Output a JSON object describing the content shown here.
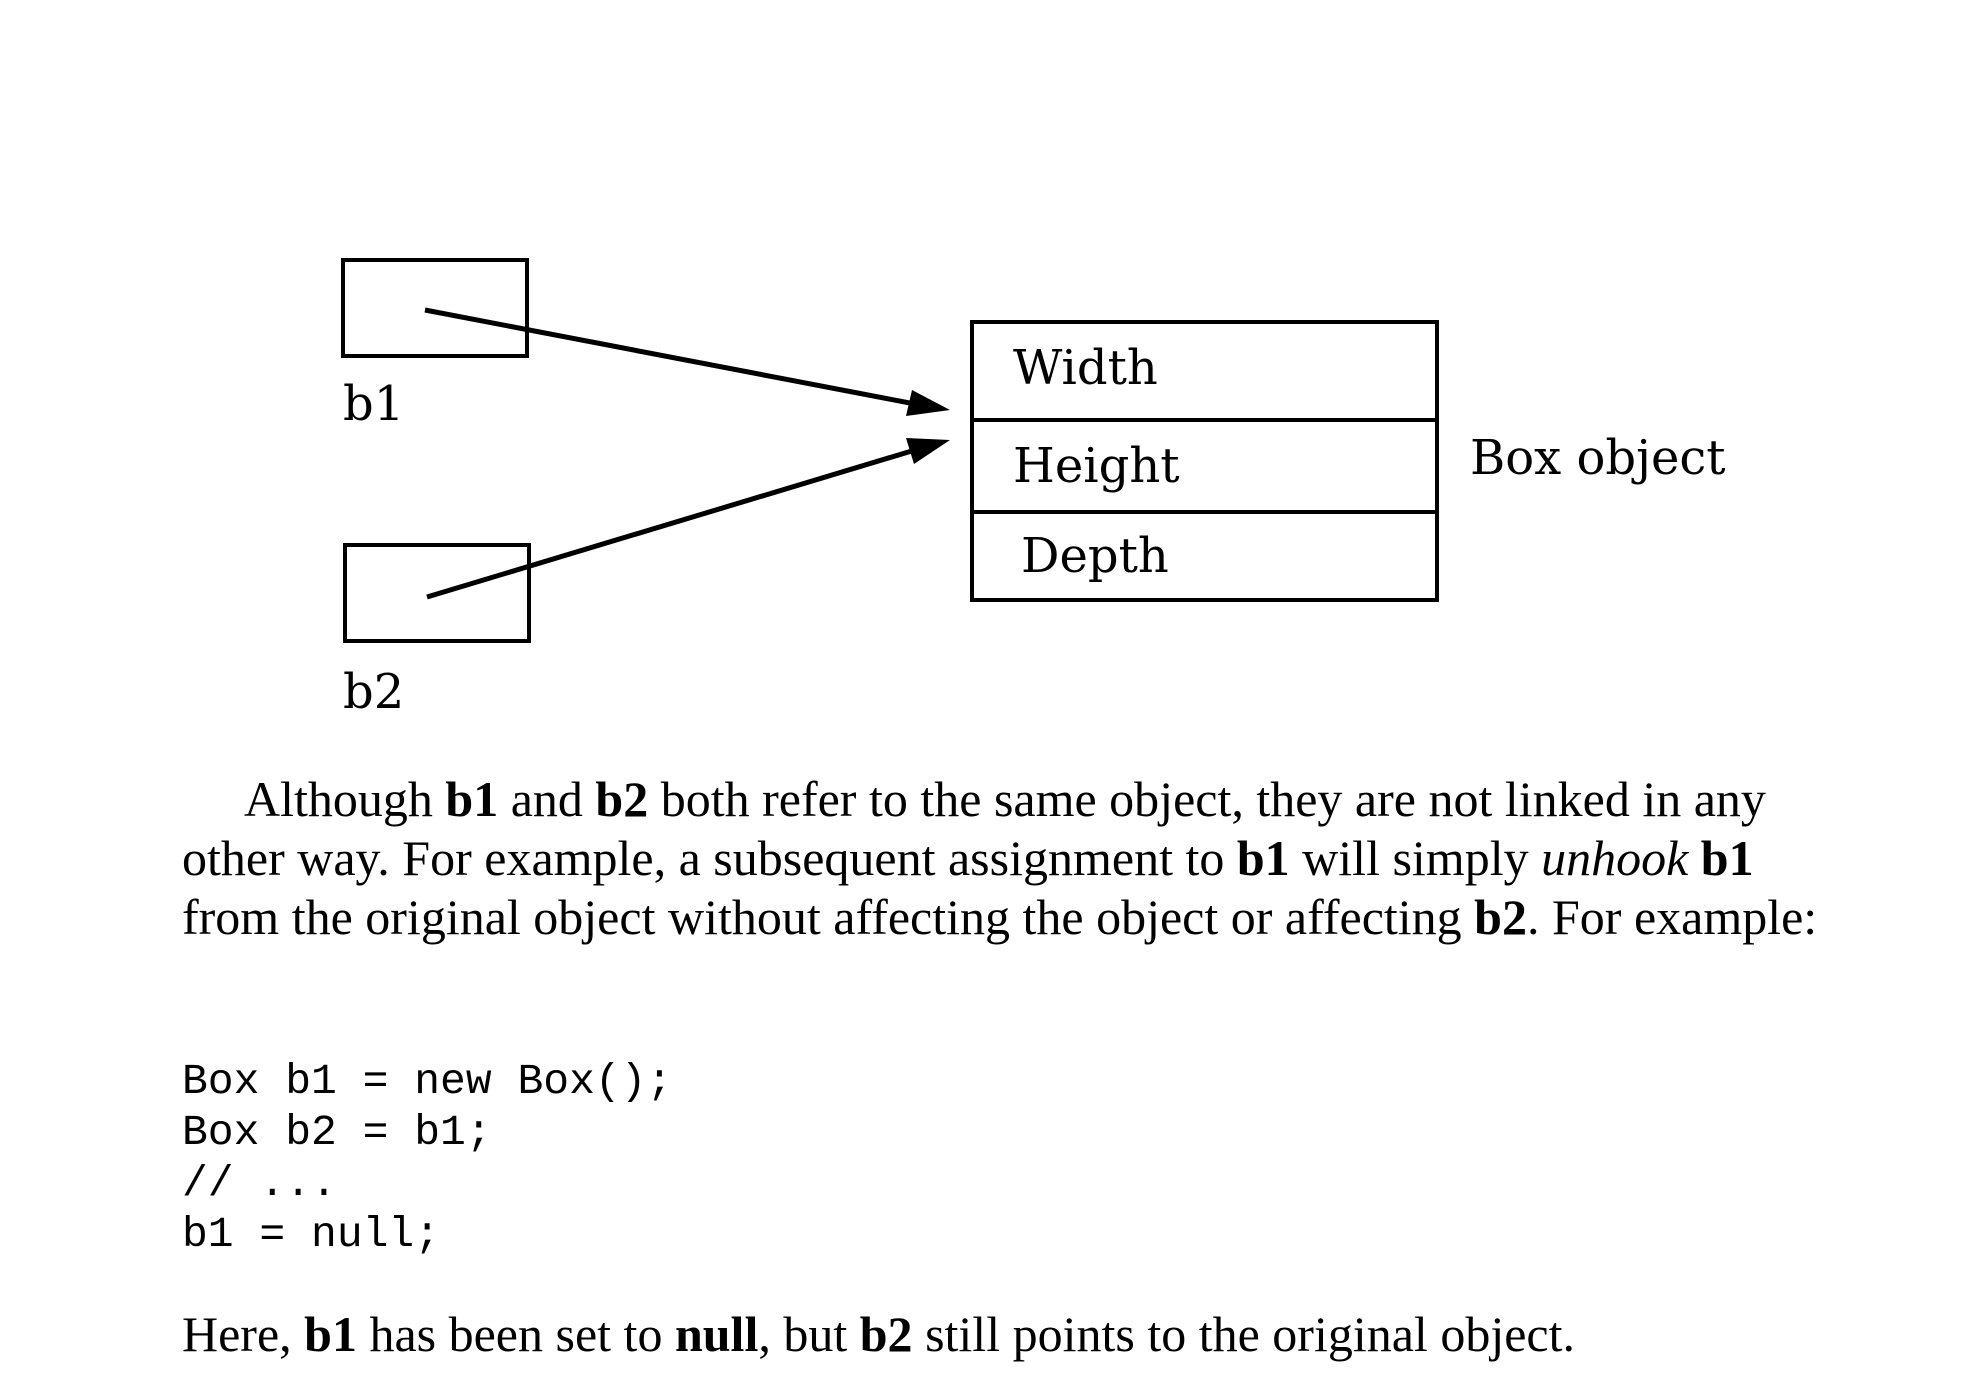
{
  "diagram": {
    "ref_labels": [
      "b1",
      "b2"
    ],
    "object_fields": [
      "Width",
      "Height",
      "Depth"
    ],
    "object_label": "Box object"
  },
  "paragraph1": {
    "t1": "Although ",
    "b1a": "b1",
    "t2": " and ",
    "b2a": "b2",
    "t3": " both refer to the same object, they are not linked in any other way. For example, a subsequent assignment to ",
    "b1b": "b1",
    "t4": " will simply ",
    "em": "unhook",
    "t5": " ",
    "b1c": "b1",
    "t6": " from the original object without affecting the object or affecting ",
    "b2b": "b2",
    "t7": ". For example:"
  },
  "code": {
    "lines": [
      "Box b1 = new Box();",
      "Box b2 = b1;",
      "// ...",
      "b1 = null;"
    ]
  },
  "paragraph2": {
    "t1": "Here, ",
    "b1": "b1",
    "t2": " has been set to ",
    "null": "null",
    "t3": ", but ",
    "b2": "b2",
    "t4": " still points to the original object."
  }
}
